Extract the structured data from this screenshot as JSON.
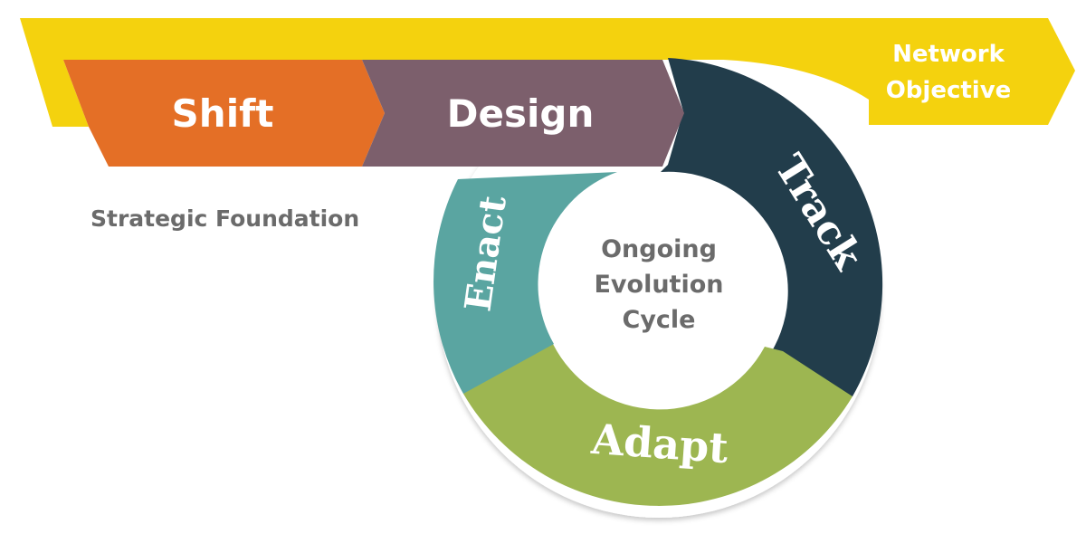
{
  "diagram": {
    "objective": {
      "line1": "Network",
      "line2": "Objective"
    },
    "foundation": {
      "label": "Strategic Foundation",
      "steps": [
        "Shift",
        "Design"
      ]
    },
    "cycle": {
      "center_line1": "Ongoing",
      "center_line2": "Evolution",
      "center_line3": "Cycle",
      "segments": [
        "Track",
        "Adapt",
        "Enact"
      ]
    }
  },
  "colors": {
    "objective_band": "#f4d20e",
    "shift": "#e46f26",
    "design": "#7c5f6c",
    "track": "#223d4b",
    "adapt": "#9db651",
    "enact": "#5aa5a1",
    "muted_text": "#6b6b6b"
  }
}
